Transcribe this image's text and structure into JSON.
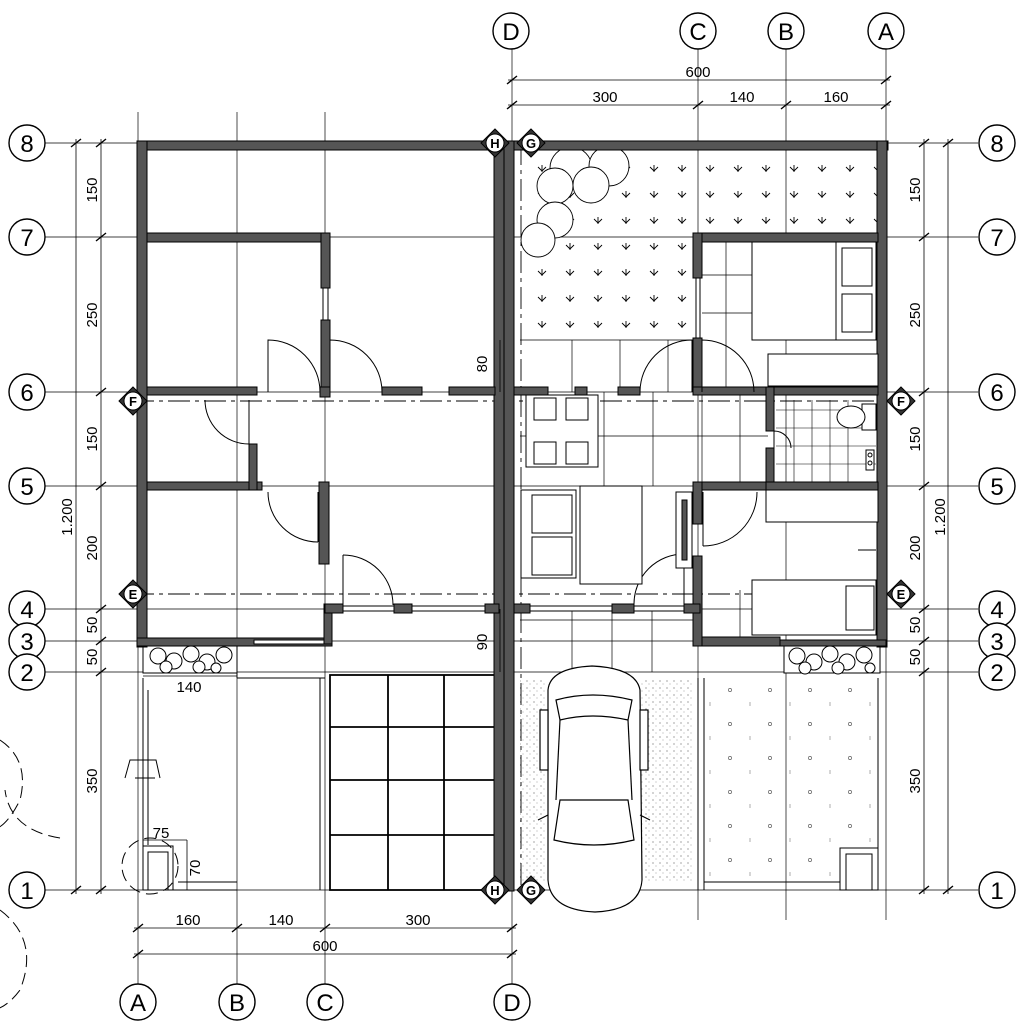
{
  "grid": {
    "left_axes": [
      "A",
      "B",
      "C",
      "D"
    ],
    "right_axes": [
      "D",
      "C",
      "B",
      "A"
    ],
    "rows": [
      "8",
      "7",
      "6",
      "5",
      "4",
      "3",
      "2",
      "1"
    ]
  },
  "dims": {
    "top_total": "600",
    "top_segments": [
      "300",
      "140",
      "160"
    ],
    "bottom_total": "600",
    "bottom_segments": [
      "160",
      "140",
      "300"
    ],
    "left_total": "1.200",
    "left_segments": [
      "150",
      "250",
      "150",
      "200",
      "50",
      "50",
      "350"
    ],
    "right_total": "1.200",
    "right_segments": [
      "150",
      "250",
      "150",
      "200",
      "50",
      "50",
      "350"
    ],
    "mid_80": "80",
    "mid_90": "90",
    "planter_width": "140",
    "gate_width": "75",
    "gate_depth": "70"
  },
  "section_markers": {
    "h": "H",
    "g": "G",
    "f": "F",
    "e": "E"
  },
  "colors": {
    "wall": "#555555",
    "line": "#000000"
  }
}
